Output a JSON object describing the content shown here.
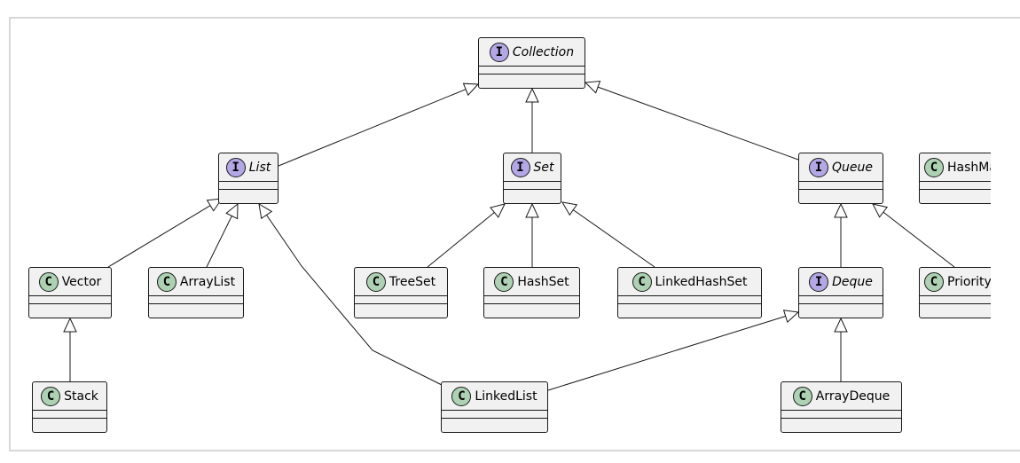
{
  "colors": {
    "node_fill": "#f1f1f1",
    "node_border": "#181818",
    "interface_badge": "#b4a7e5",
    "class_badge": "#add1b2",
    "frame_border": "#d7d7d7"
  },
  "nodes": {
    "collection": {
      "badge": "I",
      "name": "Collection",
      "kind": "interface"
    },
    "list": {
      "badge": "I",
      "name": "List",
      "kind": "interface"
    },
    "set": {
      "badge": "I",
      "name": "Set",
      "kind": "interface"
    },
    "queue": {
      "badge": "I",
      "name": "Queue",
      "kind": "interface"
    },
    "hashmap": {
      "badge": "C",
      "name": "HashMap",
      "kind": "class"
    },
    "vector": {
      "badge": "C",
      "name": "Vector",
      "kind": "class"
    },
    "arraylist": {
      "badge": "C",
      "name": "ArrayList",
      "kind": "class"
    },
    "treeset": {
      "badge": "C",
      "name": "TreeSet",
      "kind": "class"
    },
    "hashset": {
      "badge": "C",
      "name": "HashSet",
      "kind": "class"
    },
    "linkedhashset": {
      "badge": "C",
      "name": "LinkedHashSet",
      "kind": "class"
    },
    "deque": {
      "badge": "I",
      "name": "Deque",
      "kind": "interface"
    },
    "priorityqueue": {
      "badge": "C",
      "name": "PriorityQueue",
      "kind": "class"
    },
    "stack": {
      "badge": "C",
      "name": "Stack",
      "kind": "class"
    },
    "linkedlist": {
      "badge": "C",
      "name": "LinkedList",
      "kind": "class"
    },
    "arraydeque": {
      "badge": "C",
      "name": "ArrayDeque",
      "kind": "class"
    }
  },
  "edges": [
    {
      "from": "list",
      "to": "collection"
    },
    {
      "from": "set",
      "to": "collection"
    },
    {
      "from": "queue",
      "to": "collection"
    },
    {
      "from": "vector",
      "to": "list"
    },
    {
      "from": "arraylist",
      "to": "list"
    },
    {
      "from": "linkedlist",
      "to": "list"
    },
    {
      "from": "treeset",
      "to": "set"
    },
    {
      "from": "hashset",
      "to": "set"
    },
    {
      "from": "linkedhashset",
      "to": "set"
    },
    {
      "from": "deque",
      "to": "queue"
    },
    {
      "from": "priorityqueue",
      "to": "queue"
    },
    {
      "from": "stack",
      "to": "vector"
    },
    {
      "from": "linkedlist",
      "to": "deque"
    },
    {
      "from": "arraydeque",
      "to": "deque"
    }
  ]
}
